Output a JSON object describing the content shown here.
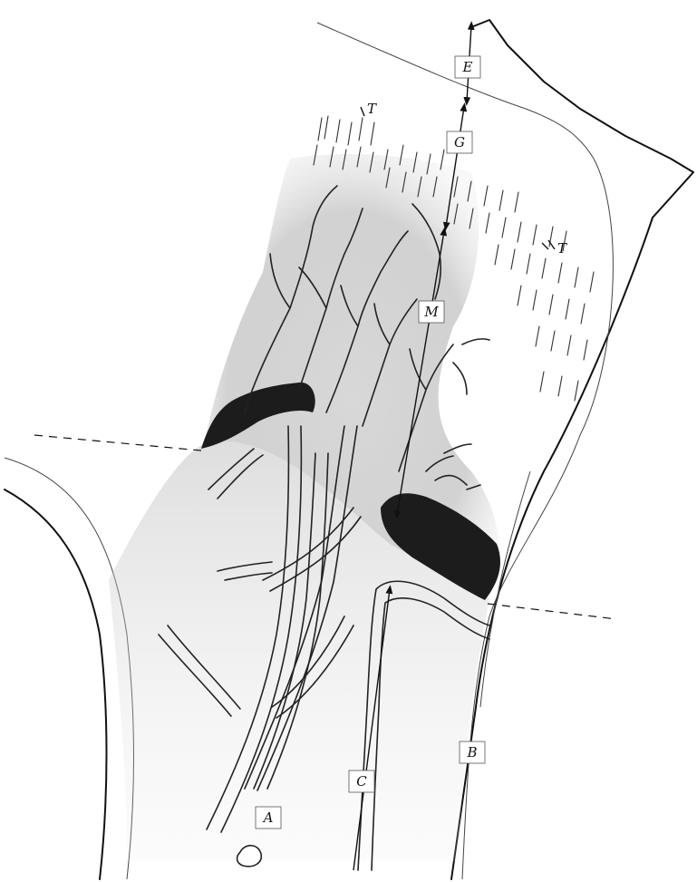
{
  "labels": {
    "E": "E",
    "G": "G",
    "T_upper": "T",
    "T_right": "T",
    "M": "M",
    "A": "A",
    "B": "B",
    "C": "C"
  }
}
